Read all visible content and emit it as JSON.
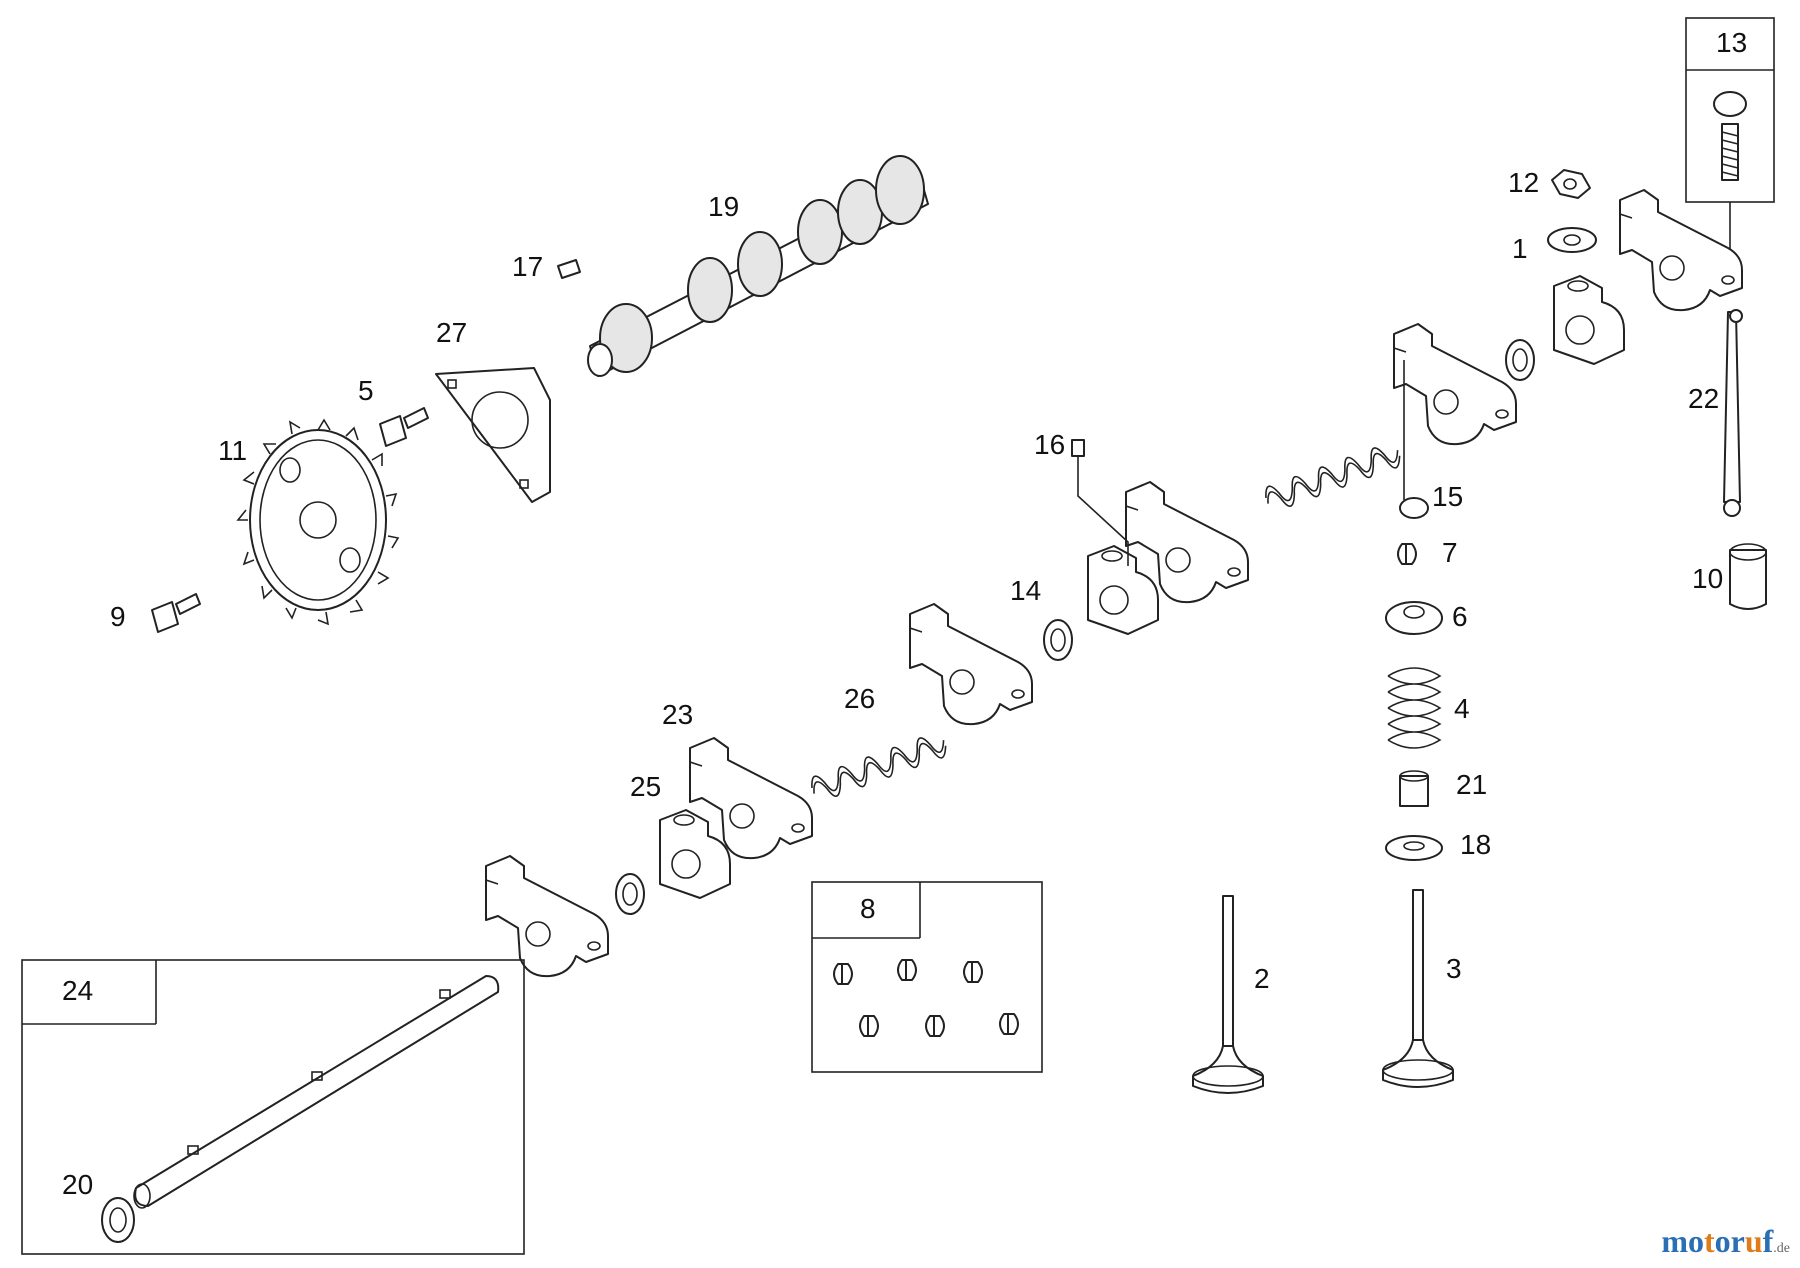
{
  "callouts": [
    "1",
    "2",
    "3",
    "4",
    "5",
    "6",
    "7",
    "8",
    "9",
    "10",
    "11",
    "12",
    "13",
    "14",
    "15",
    "16",
    "17",
    "18",
    "19",
    "20",
    "21",
    "22",
    "23",
    "24",
    "25",
    "26",
    "27"
  ],
  "watermark": {
    "text": "motoruf",
    "suffix": ".de",
    "colors": [
      "#2a6fb5",
      "#2a6fb5",
      "#e07b1a",
      "#2a6fb5",
      "#2a6fb5",
      "#e07b1a",
      "#2a6fb5"
    ]
  }
}
